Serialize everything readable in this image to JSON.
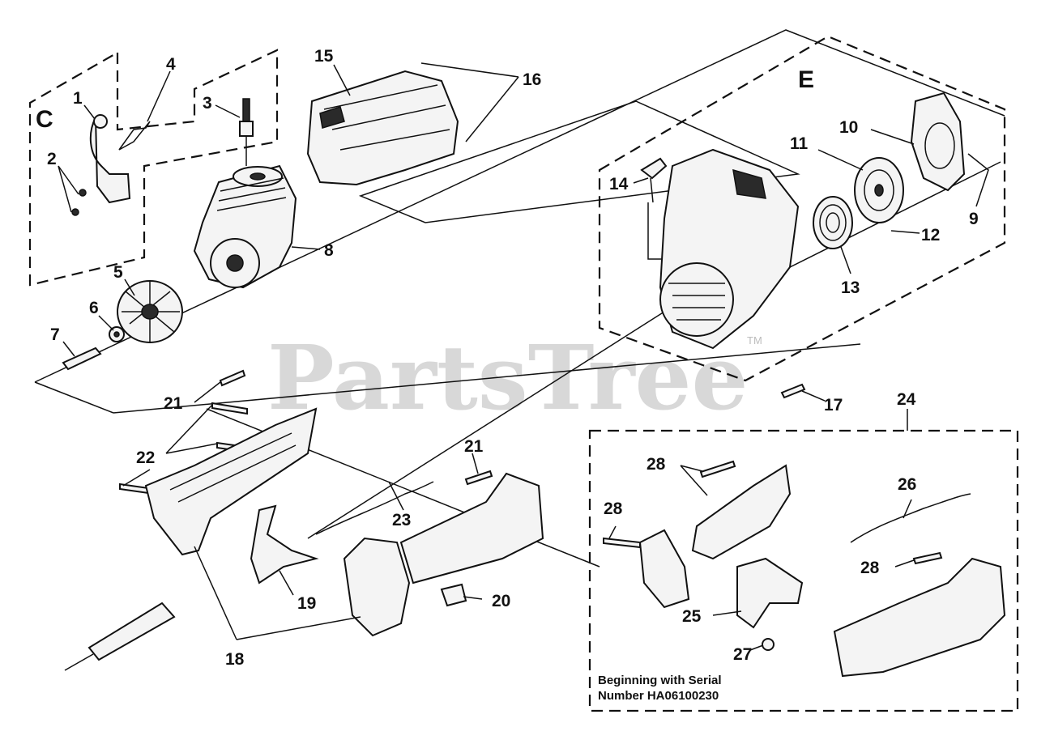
{
  "watermark": {
    "text": "PartsTree",
    "trademark": "TM"
  },
  "group_labels": {
    "c": "C",
    "e": "E"
  },
  "callouts": {
    "n1": "1",
    "n2": "2",
    "n3": "3",
    "n4": "4",
    "n5": "5",
    "n6": "6",
    "n7": "7",
    "n8": "8",
    "n9": "9",
    "n10": "10",
    "n11": "11",
    "n12": "12",
    "n13": "13",
    "n14": "14",
    "n15": "15",
    "n16": "16",
    "n17": "17",
    "n18": "18",
    "n19": "19",
    "n20": "20",
    "n21a": "21",
    "n21b": "21",
    "n22": "22",
    "n23": "23",
    "n24": "24",
    "n25": "25",
    "n26": "26",
    "n27": "27",
    "n28a": "28",
    "n28b": "28",
    "n28c": "28"
  },
  "kit_note": {
    "line1": "Beginning with Serial",
    "line2": "Number HA06100230"
  }
}
